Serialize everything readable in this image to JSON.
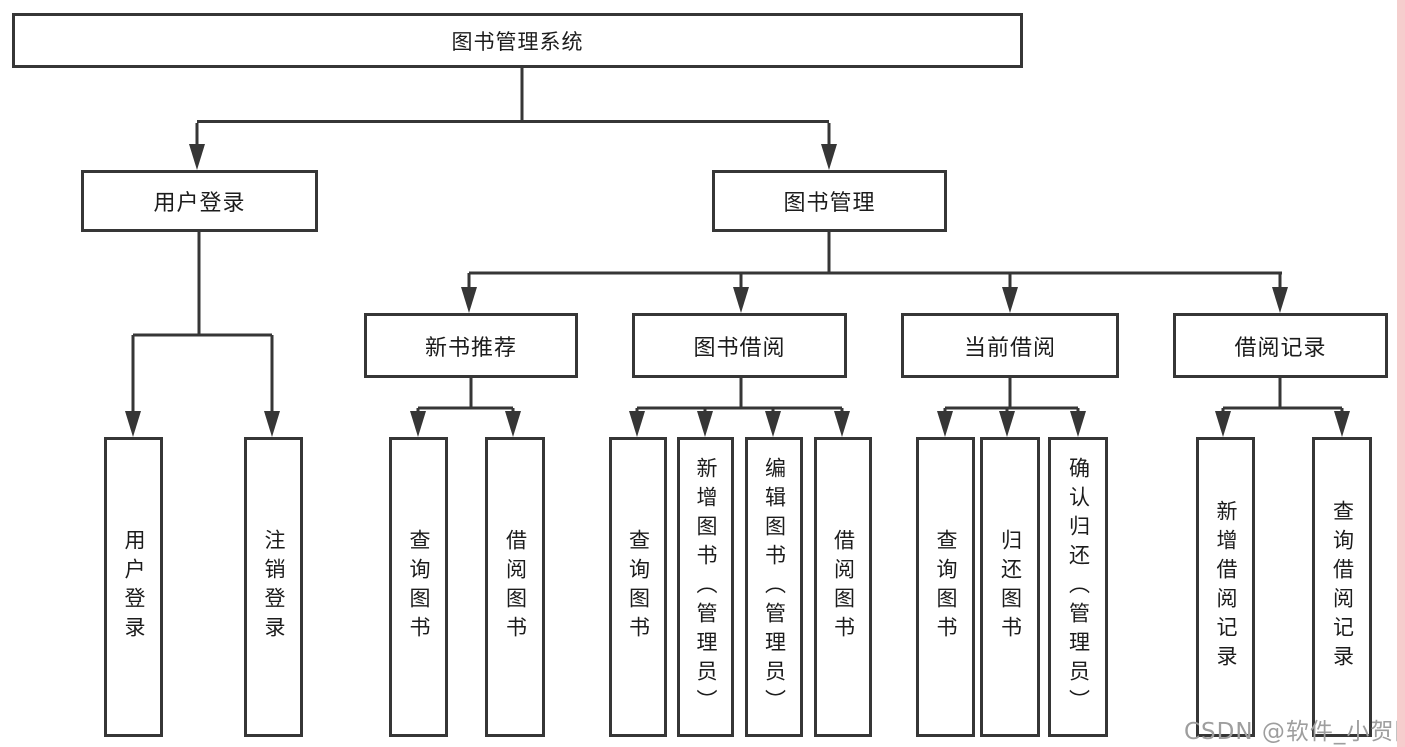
{
  "tree": {
    "root_label": "图书管理系统",
    "branches": [
      {
        "label": "用户登录",
        "leaves": [
          "用户登录",
          "注销登录"
        ]
      },
      {
        "label": "图书管理",
        "groups": [
          {
            "label": "新书推荐",
            "leaves": [
              "查询图书",
              "借阅图书"
            ]
          },
          {
            "label": "图书借阅",
            "leaves": [
              "查询图书",
              "新增图书（管理员）",
              "编辑图书（管理员）",
              "借阅图书"
            ]
          },
          {
            "label": "当前借阅",
            "leaves": [
              "查询图书",
              "归还图书",
              "确认归还（管理员）"
            ]
          },
          {
            "label": "借阅记录",
            "leaves": [
              "新增借阅记录",
              "查询借阅记录"
            ]
          }
        ]
      }
    ]
  },
  "watermark": {
    "text": "CSDN @软件_小贺同学"
  },
  "colors": {
    "line": "#363636",
    "box_border": "#363636",
    "text": "#1c1c1c",
    "watermark_text": "#9e9e9e",
    "edge_strip": "#f6cdcd",
    "background": "#ffffff"
  }
}
